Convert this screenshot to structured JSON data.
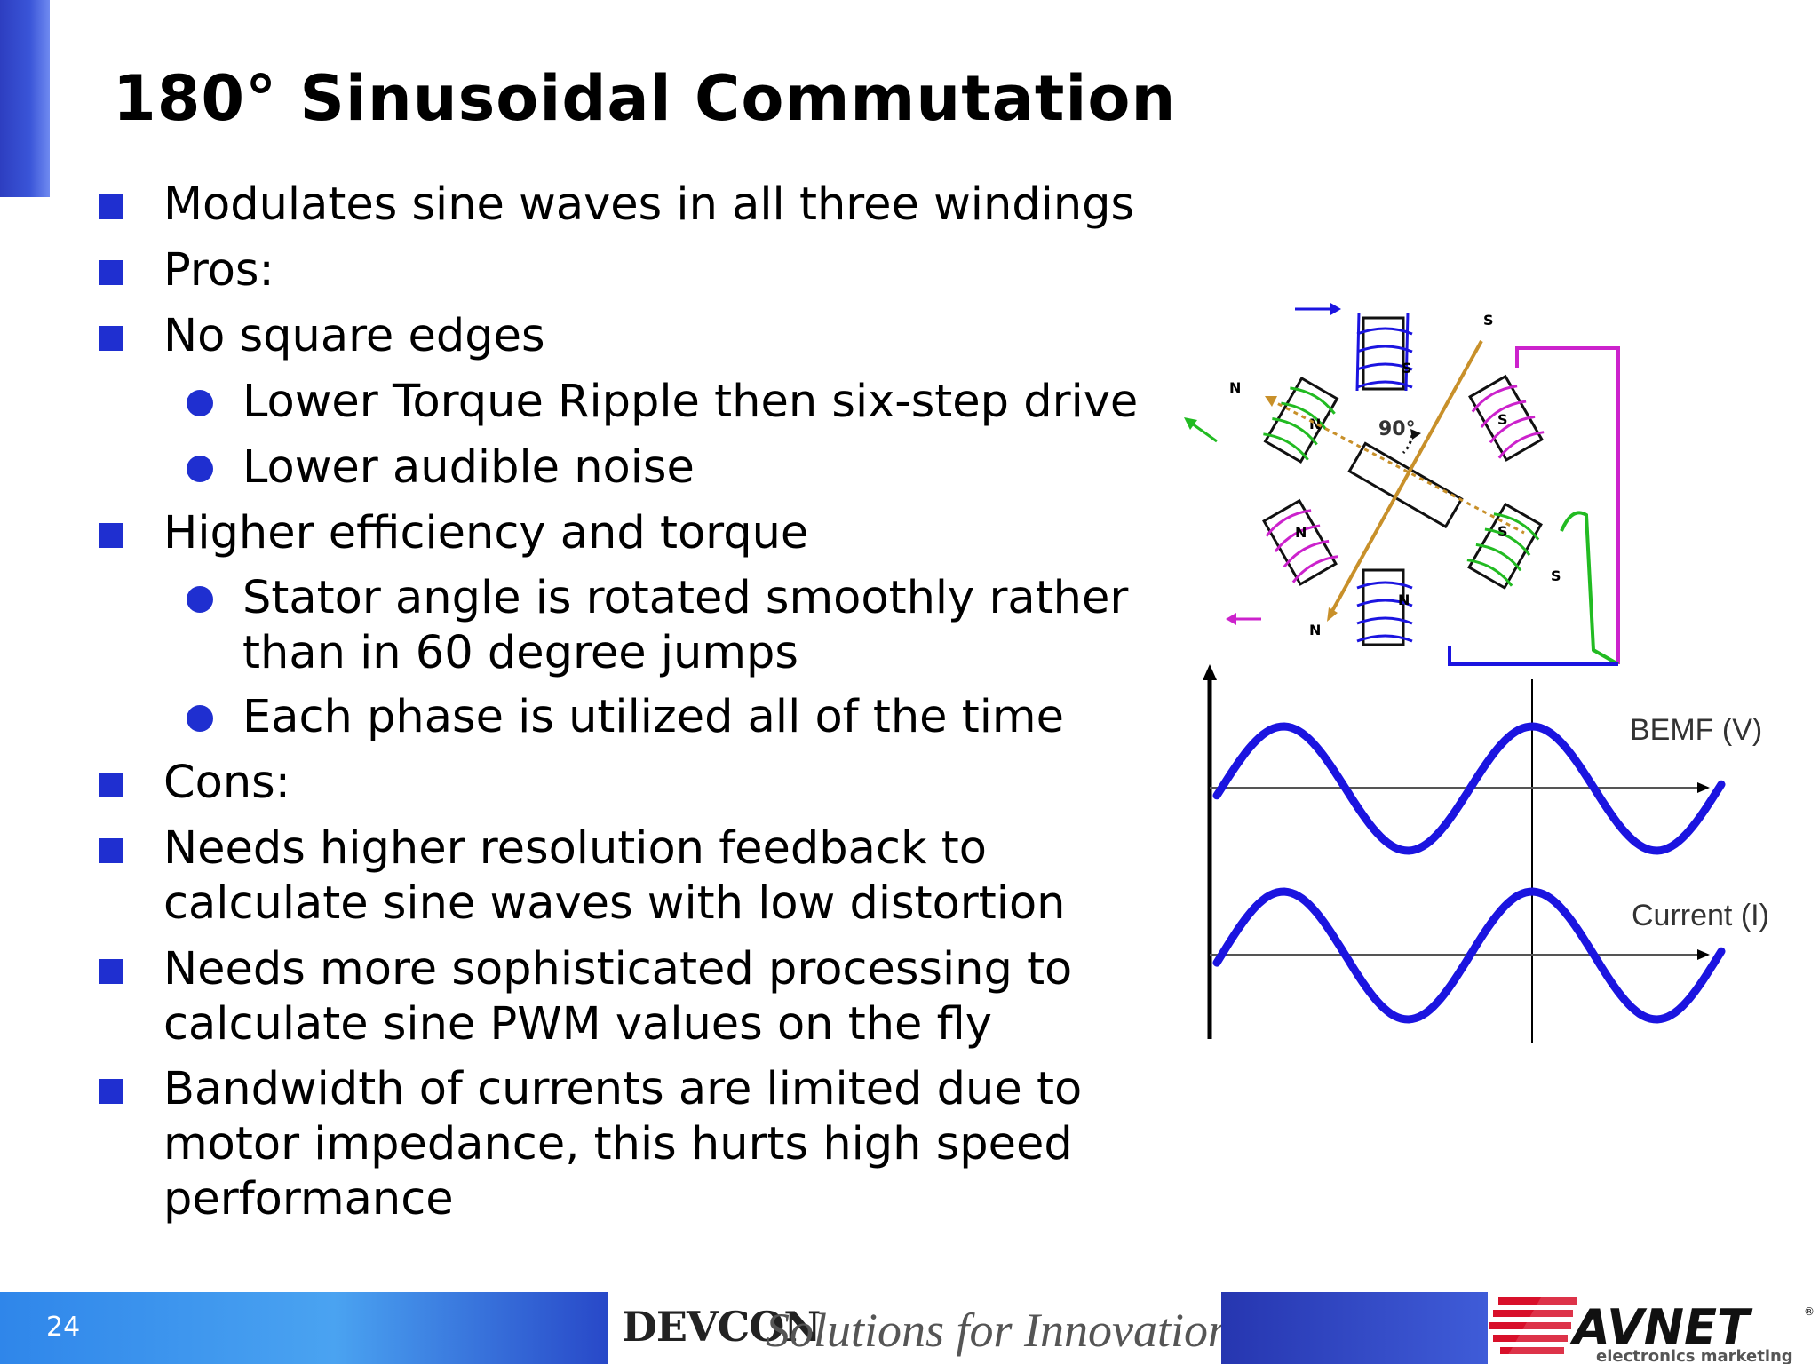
{
  "slide": {
    "title": "180° Sinusoidal Commutation",
    "page_number": "24"
  },
  "bullets": [
    {
      "level": 1,
      "lines": [
        "Modulates sine waves in all three windings"
      ]
    },
    {
      "level": 1,
      "lines": [
        "Pros:"
      ]
    },
    {
      "level": 1,
      "lines": [
        "No square edges"
      ]
    },
    {
      "level": 2,
      "lines": [
        "Lower Torque Ripple then six-step drive"
      ]
    },
    {
      "level": 2,
      "lines": [
        "Lower audible noise"
      ]
    },
    {
      "level": 1,
      "lines": [
        "Higher efficiency and torque"
      ]
    },
    {
      "level": 2,
      "lines": [
        "Stator angle is rotated smoothly rather",
        "than in 60 degree jumps"
      ]
    },
    {
      "level": 2,
      "lines": [
        "Each phase is utilized all of the time"
      ]
    },
    {
      "level": 1,
      "lines": [
        "Cons:"
      ]
    },
    {
      "level": 1,
      "lines": [
        "Needs higher resolution feedback to",
        "calculate sine waves with low distortion"
      ]
    },
    {
      "level": 1,
      "lines": [
        "Needs more sophisticated processing to",
        "calculate sine PWM values on the fly"
      ]
    },
    {
      "level": 1,
      "lines": [
        "Bandwidth of currents are limited due to",
        "motor impedance, this hurts high speed",
        "performance"
      ]
    }
  ],
  "motor_diagram": {
    "angle_label": "90°",
    "pole_labels": [
      "N",
      "S",
      "N",
      "S",
      "N",
      "S",
      "S",
      "S",
      "N",
      "N"
    ]
  },
  "waveform": {
    "bemf_label": "BEMF (V)",
    "current_label": "Current (I)"
  },
  "footer": {
    "brand": "DEVCON",
    "tagline": "Solutions for Innovation",
    "company": "AVNET",
    "company_sub": "electronics marketing",
    "registered_mark": "®"
  },
  "colors": {
    "accent_blue": "#1f2fd0",
    "wave_blue": "#1b14e0",
    "magenta": "#cc22cc",
    "green": "#22bb22",
    "orange": "#c8902a",
    "logo_red": "#d8102a"
  }
}
